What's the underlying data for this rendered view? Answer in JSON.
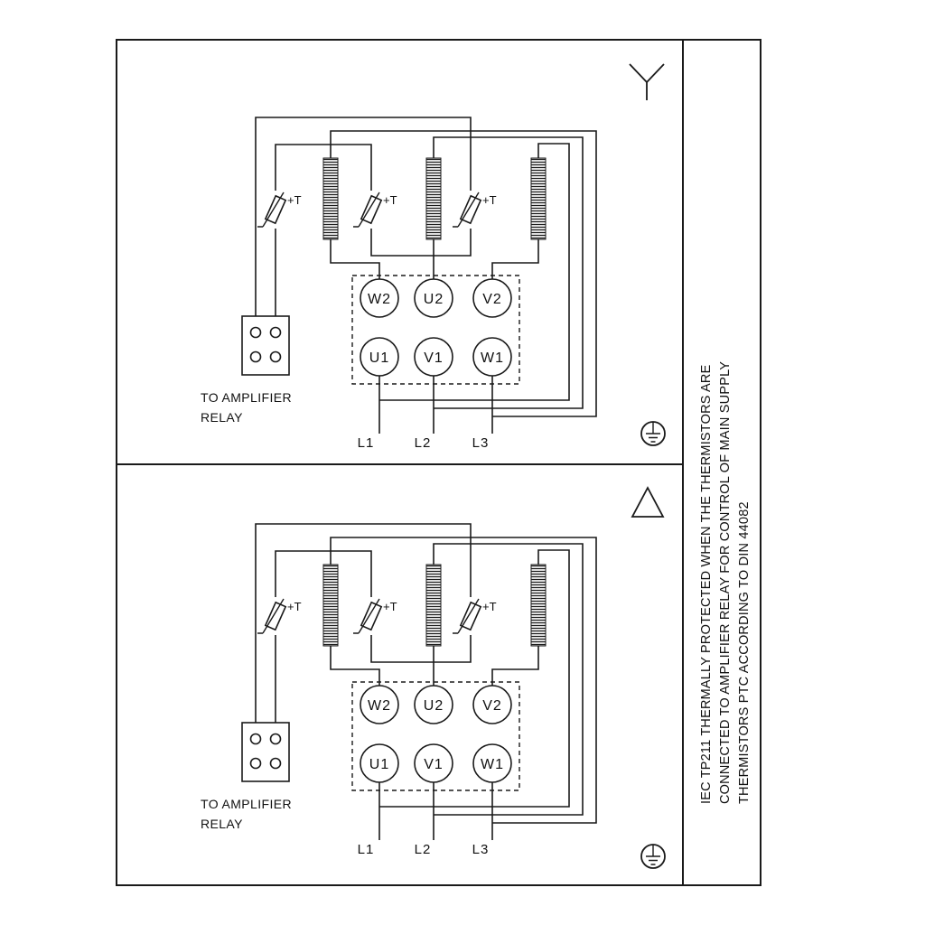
{
  "page": {
    "background": "#ffffff",
    "line_color": "#1a1a1a"
  },
  "side_note": {
    "lines": [
      "IEC TP211 THERMALLY PROTECTED WHEN THE THERMISTORS ARE",
      "CONNECTED TO AMPLIFIER RELAY FOR CONTROL OF MAIN SUPPLY",
      "THERMISTORS PTC ACCORDING TO DIN 44082"
    ]
  },
  "panels": [
    {
      "connection": "star",
      "connection_symbol_icon": "star-connection-icon",
      "ground_icon": "protective-earth-icon",
      "relay_label_line1": "TO AMPLIFIER",
      "relay_label_line2": "RELAY",
      "thermistor_label": "+T",
      "terminals_top": [
        "W2",
        "U2",
        "V2"
      ],
      "terminals_bottom": [
        "U1",
        "V1",
        "W1"
      ],
      "supply_lines": [
        "L1",
        "L2",
        "L3"
      ]
    },
    {
      "connection": "delta",
      "connection_symbol_icon": "delta-connection-icon",
      "ground_icon": "protective-earth-icon",
      "relay_label_line1": "TO AMPLIFIER",
      "relay_label_line2": "RELAY",
      "thermistor_label": "+T",
      "terminals_top": [
        "W2",
        "U2",
        "V2"
      ],
      "terminals_bottom": [
        "U1",
        "V1",
        "W1"
      ],
      "supply_lines": [
        "L1",
        "L2",
        "L3"
      ]
    }
  ]
}
